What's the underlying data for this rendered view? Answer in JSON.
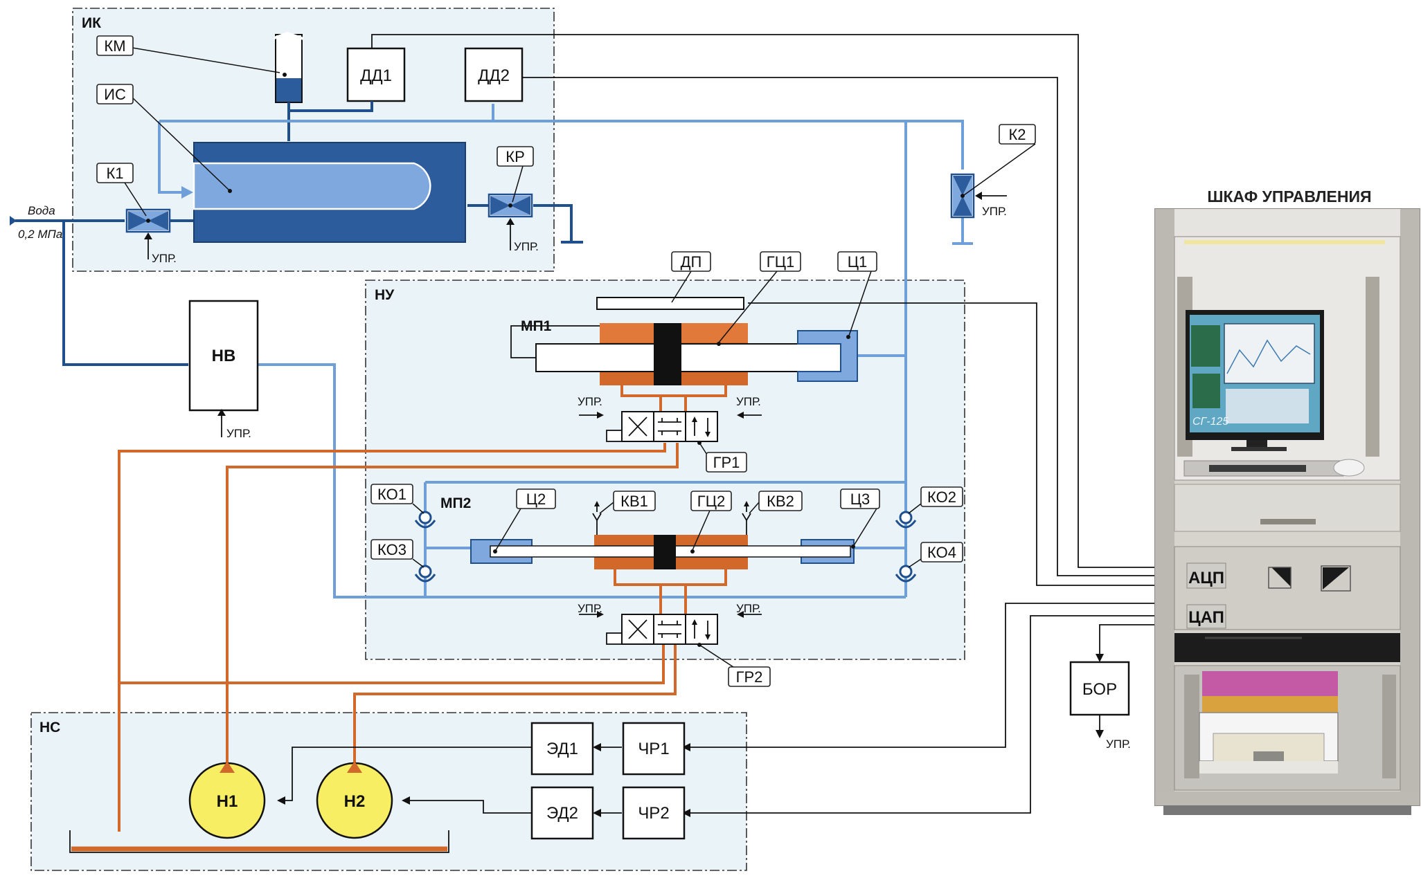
{
  "zones": {
    "ik": "ИК",
    "nu": "НУ",
    "ns": "НС"
  },
  "cabinet": {
    "title": "ШКАФ УПРАВЛЕНИЯ",
    "adc": "АЦП",
    "dac": "ЦАП",
    "screen_text": "СГ-125"
  },
  "inlet": {
    "medium": "Вода",
    "pressure": "0,2 МПа"
  },
  "labels": {
    "km": "КМ",
    "is": "ИС",
    "k1": "К1",
    "kr": "КР",
    "k2": "К2",
    "dp": "ДП",
    "gc1": "ГЦ1",
    "c1": "Ц1",
    "gr1": "ГР1",
    "ko1": "КО1",
    "ko2": "КО2",
    "ko3": "КО3",
    "ko4": "КО4",
    "c2": "Ц2",
    "kv1": "КВ1",
    "gc2": "ГЦ2",
    "kv2": "КВ2",
    "c3": "Ц3",
    "gr2": "ГР2",
    "mp1": "МП1",
    "mp2": "МП2"
  },
  "blocks": {
    "dd1": "ДД1",
    "dd2": "ДД2",
    "nv": "НВ",
    "bor": "БОР",
    "ed1": "ЭД1",
    "ed2": "ЭД2",
    "chr1": "ЧР1",
    "chr2": "ЧР2",
    "h1": "Н1",
    "h2": "Н2"
  },
  "control": "УПР.",
  "colors": {
    "dark_blue": "#1f4f8c",
    "light_blue": "#6f9fd8",
    "orange": "#d2692b",
    "chamber": "#2c5c9c",
    "pump_yellow": "#f7ee63",
    "zone_fill": "#eaf3f8"
  }
}
